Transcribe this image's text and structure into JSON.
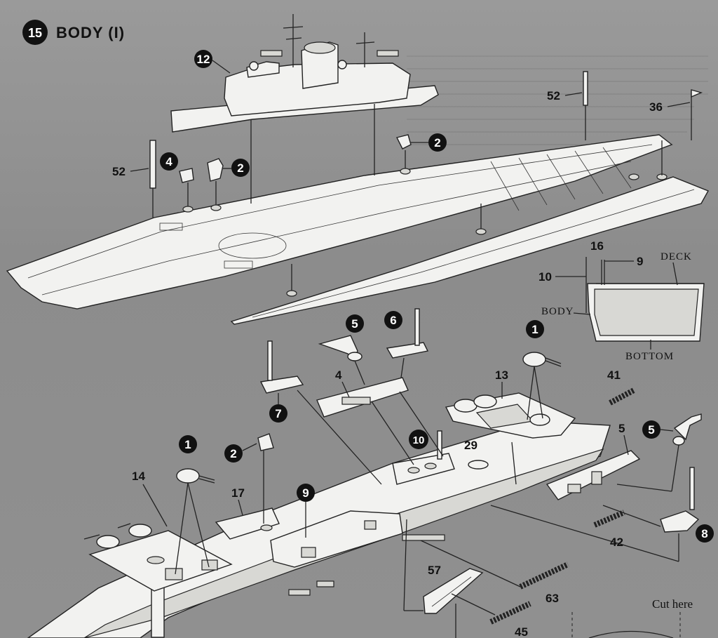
{
  "header": {
    "step_number": "15",
    "title": "BODY (I)"
  },
  "section_labels": {
    "deck": "DECK",
    "body": "BODY",
    "bottom": "BOTTOM"
  },
  "cut_note": "Cut here",
  "labels": {
    "n52a": "52",
    "n52b": "52",
    "n36": "36",
    "n16": "16",
    "n9a": "9",
    "n10a": "10",
    "n4a": "4",
    "n13": "13",
    "n41": "41",
    "n5a": "5",
    "n14": "14",
    "n17": "17",
    "n29": "29",
    "n42": "42",
    "n57": "57",
    "n63": "63",
    "n45": "45"
  },
  "callouts": {
    "c12": "12",
    "c2a": "2",
    "c4": "4",
    "c2b": "2",
    "c5a": "5",
    "c6": "6",
    "c1a": "1",
    "c7": "7",
    "c10": "10",
    "c1b": "1",
    "c2c": "2",
    "c9": "9",
    "c5b": "5",
    "c8": "8"
  },
  "colors": {
    "background": "#8f8f8f",
    "part_fill": "#f2f2f0",
    "ink": "#111111"
  }
}
